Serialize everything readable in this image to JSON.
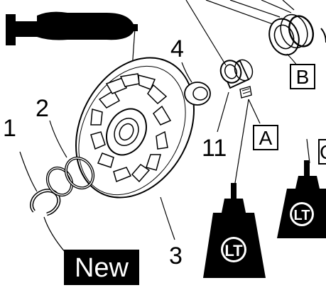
{
  "callouts": {
    "n1": "1",
    "n2": "2",
    "n3": "3",
    "n4": "4",
    "n11": "11"
  },
  "reference_boxes": {
    "a": "A",
    "b": "B",
    "c": "C"
  },
  "badges": {
    "new": "New"
  },
  "lubricant_label": "LT",
  "colors": {
    "ink": "#000000",
    "paper": "#ffffff"
  }
}
